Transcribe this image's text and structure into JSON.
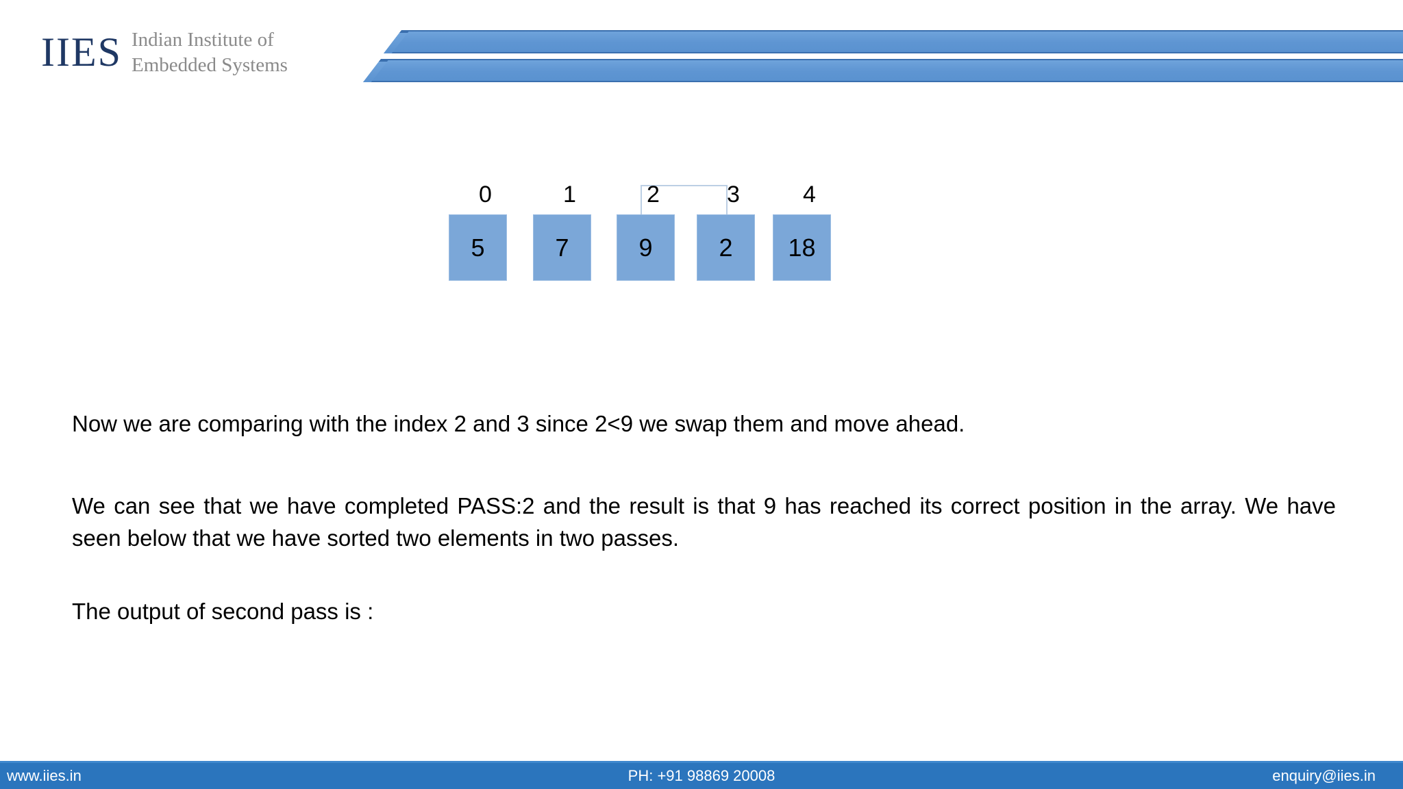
{
  "header": {
    "logo_mark": "IIES",
    "logo_line_1": "Indian Institute of",
    "logo_line_2": "Embedded Systems",
    "brand_navy": "#1F3864",
    "brand_gray": "#8A8A8A",
    "bar_blue": "#5A92D0",
    "bar_border": "#3A6FAE"
  },
  "diagram": {
    "title": "array-visualization",
    "box_fill": "#7BA7D8",
    "box_border": "#9CBDE2",
    "bracket_color": "#BCCFE4",
    "bracket_spans_indices": [
      2,
      3
    ],
    "cells": [
      {
        "index": "0",
        "value": "5"
      },
      {
        "index": "1",
        "value": "7"
      },
      {
        "index": "2",
        "value": "9"
      },
      {
        "index": "3",
        "value": "2"
      },
      {
        "index": "4",
        "value": "18"
      }
    ]
  },
  "body": {
    "paragraph_1": "Now we are comparing with the index 2 and 3 since 2<9 we swap them and move ahead.",
    "paragraph_2": "We can see that we have completed PASS:2 and the result is that 9 has reached its correct position in the array. We have seen below that we have sorted two elements in two passes.",
    "paragraph_3": "The output of second pass is :"
  },
  "footer": {
    "website": "www.iies.in",
    "phone": "PH: +91 98869 20008",
    "email": "enquiry@iies.in",
    "background": "#2B75BD",
    "text_color": "#FFFFFF"
  }
}
